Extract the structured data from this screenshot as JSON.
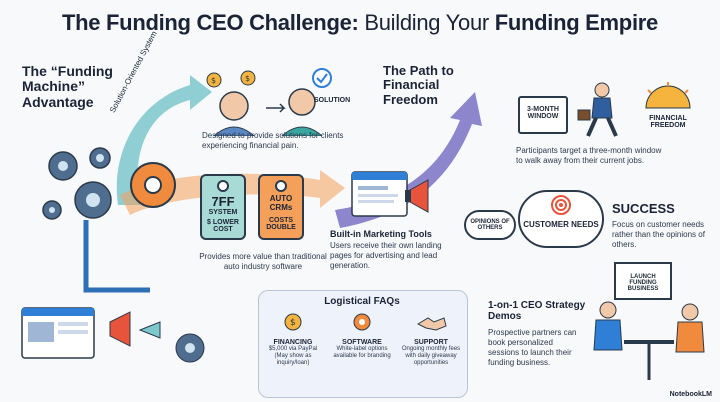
{
  "title": {
    "bold_a": "The Funding CEO Challenge:",
    "light": "Building Your",
    "bold_b": "Funding Empire"
  },
  "machine": {
    "heading": "The “Funding Machine” Advantage"
  },
  "solution": {
    "arrow_label": "Solution-Oriented System",
    "badge": "SOLUTION",
    "desc": "Designed to provide solutions for clients experiencing financial pain."
  },
  "tags": {
    "left": {
      "big": "7FF",
      "line2": "SYSTEM",
      "line3": "$ LOWER",
      "line4": "COST"
    },
    "right": {
      "big": "AUTO",
      "line2": "CRMs",
      "line3": "COSTS",
      "line4": "DOUBLE"
    },
    "desc": "Provides more value than traditional auto industry software"
  },
  "marketing": {
    "heading": "Built-in Marketing Tools",
    "desc": "Users receive their own landing pages for advertising and lead generation."
  },
  "path": {
    "heading": "The Path to Financial Freedom",
    "window": "3-MONTH WINDOW",
    "freedom": "FINANCIAL FREEDOM",
    "desc": "Participants target a three-month window to walk away from their current jobs."
  },
  "success": {
    "cloud_small": "OPINIONS OF OTHERS",
    "cloud_big": "CUSTOMER NEEDS",
    "heading": "SUCCESS",
    "desc": "Focus on customer needs rather than the opinions of others."
  },
  "faq": {
    "heading": "Logistical FAQs",
    "items": [
      {
        "label": "FINANCING",
        "desc": "$5,000 via PayPal (May show as inquiry/loan)"
      },
      {
        "label": "SOFTWARE",
        "desc": "White-label options available for branding"
      },
      {
        "label": "SUPPORT",
        "desc": "Ongoing monthly fees with daily giveaway opportunities"
      }
    ]
  },
  "demos": {
    "heading": "1-on-1 CEO Strategy Demos",
    "desc": "Prospective partners can book personalized sessions to launch their funding business.",
    "board": "LAUNCH FUNDING BUSINESS"
  },
  "brand": "NotebookLM",
  "colors": {
    "teal": "#6fc3c9",
    "orange": "#f08a3c",
    "purple": "#7a5bb5",
    "blue": "#2f7fd6",
    "navy": "#1b2436"
  }
}
